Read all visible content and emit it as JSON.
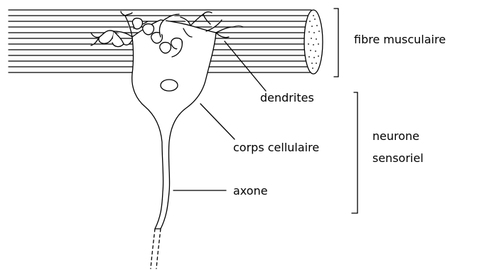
{
  "labels": {
    "muscle_fiber": "fibre musculaire",
    "dendrites": "dendrites",
    "cell_body": "corps cellulaire",
    "axon": "axone",
    "sensory_neuron_line1": "neurone",
    "sensory_neuron_line2": "sensoriel"
  },
  "colors": {
    "ink": "#000000",
    "background": "#ffffff"
  }
}
